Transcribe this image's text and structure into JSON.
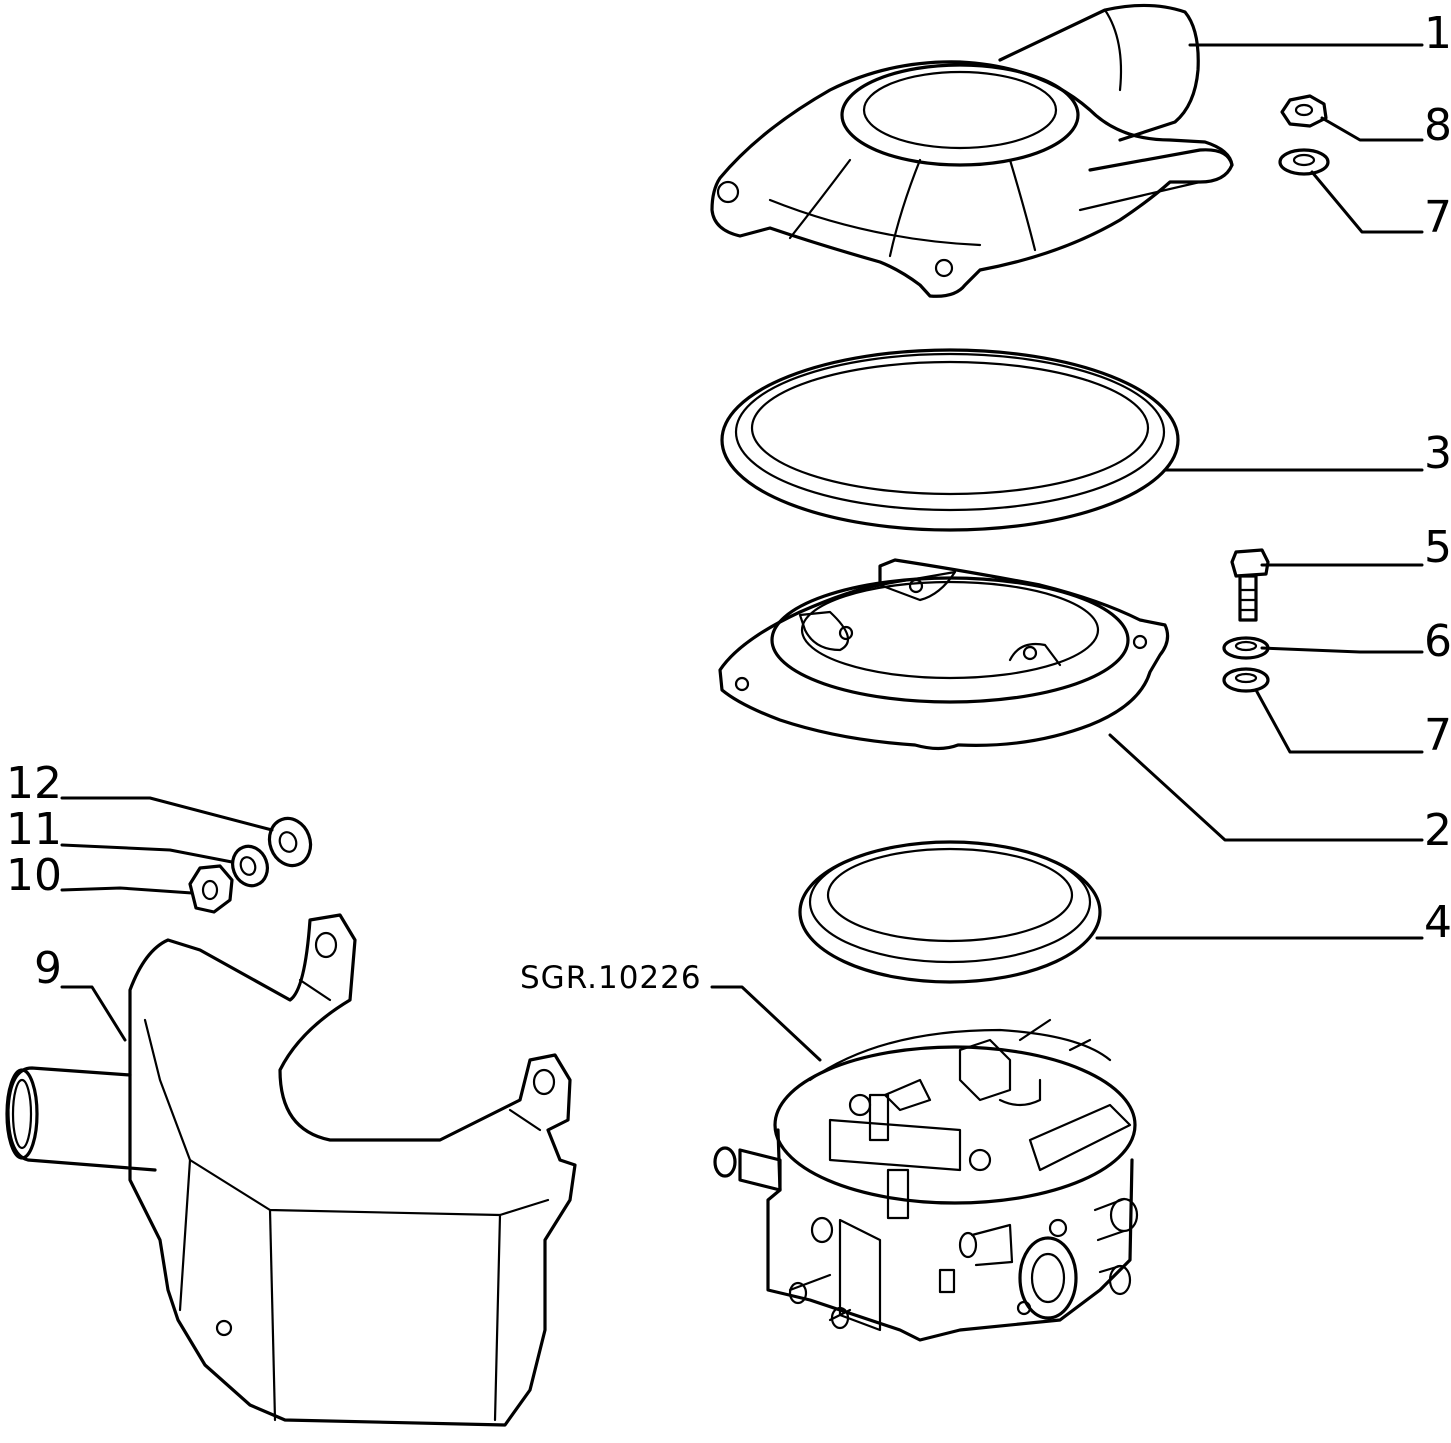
{
  "reference_code": "SGR.10226",
  "callouts": [
    {
      "id": "1",
      "label": "1"
    },
    {
      "id": "8",
      "label": "8"
    },
    {
      "id": "7a",
      "label": "7"
    },
    {
      "id": "3",
      "label": "3"
    },
    {
      "id": "5",
      "label": "5"
    },
    {
      "id": "6",
      "label": "6"
    },
    {
      "id": "7b",
      "label": "7"
    },
    {
      "id": "2",
      "label": "2"
    },
    {
      "id": "4",
      "label": "4"
    },
    {
      "id": "12",
      "label": "12"
    },
    {
      "id": "11",
      "label": "11"
    },
    {
      "id": "10",
      "label": "10"
    },
    {
      "id": "9",
      "label": "9"
    }
  ]
}
